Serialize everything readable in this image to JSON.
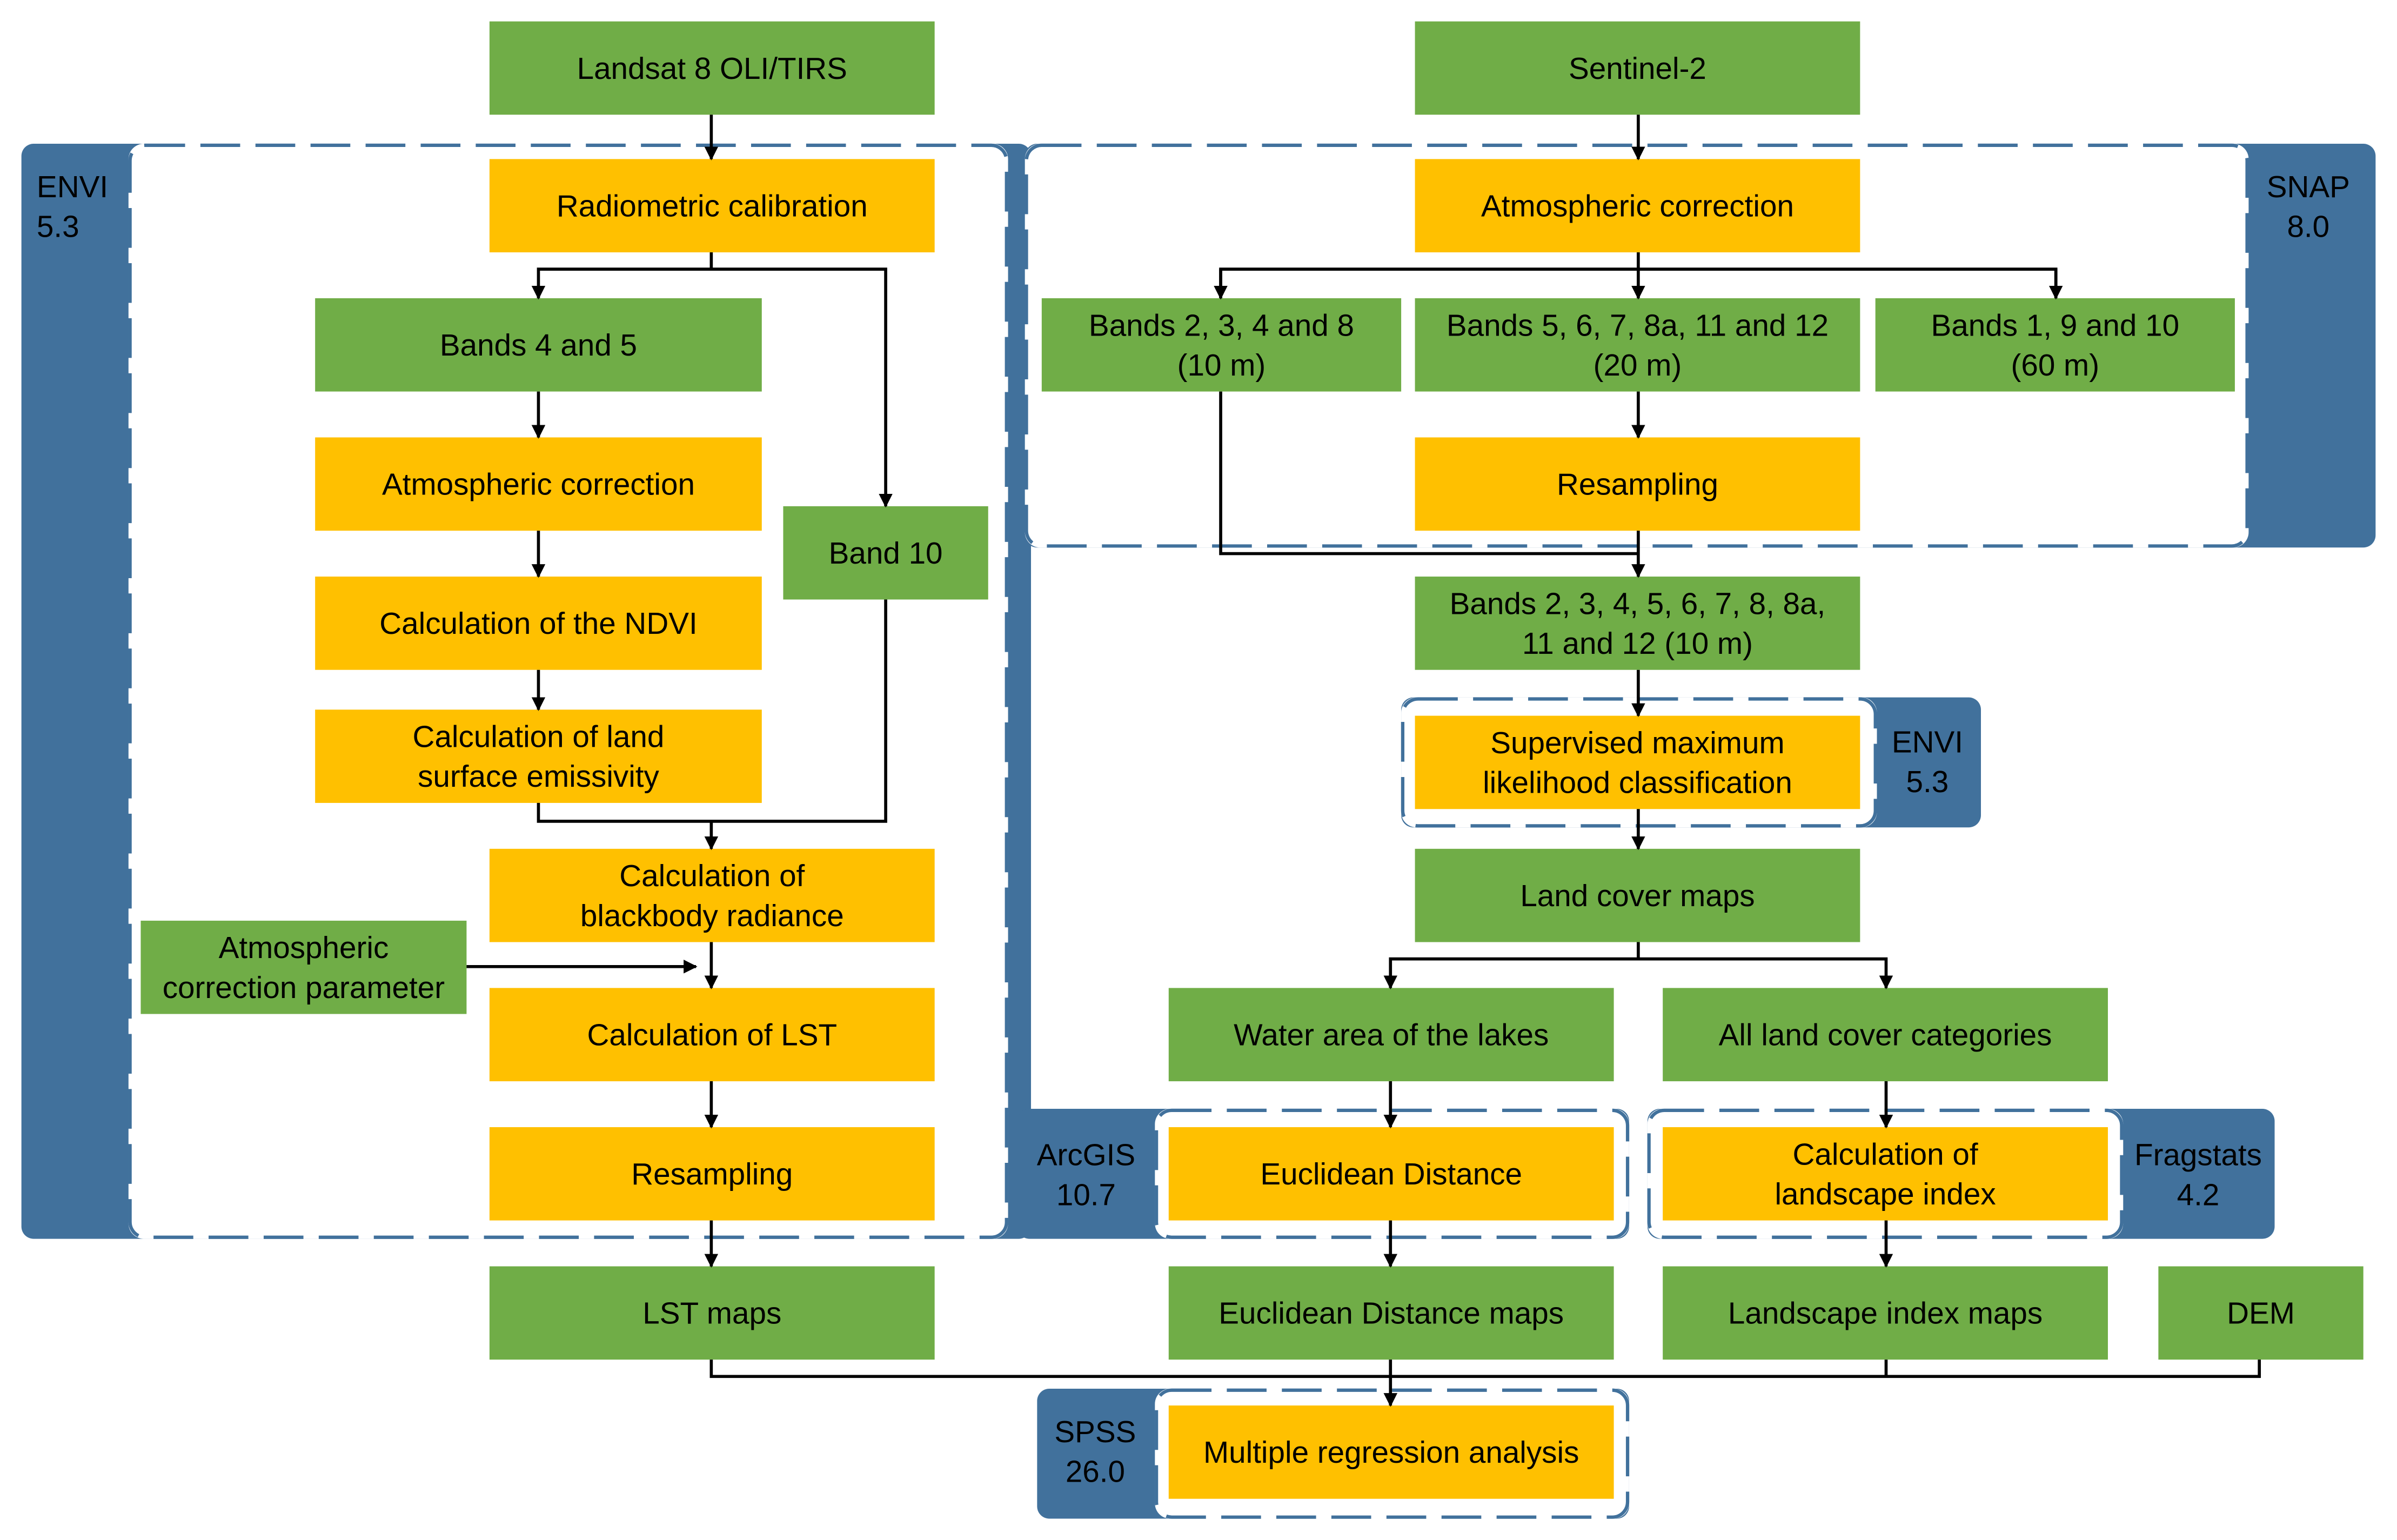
{
  "colors": {
    "green": "#70ad47",
    "orange": "#ffc000",
    "software_blue": "#41719c",
    "dash": "#41719c",
    "arrow": "#000000"
  },
  "software": {
    "envi_main": [
      "ENVI",
      "5.3"
    ],
    "snap": [
      "SNAP",
      "8.0"
    ],
    "envi_small": [
      "ENVI",
      "5.3"
    ],
    "arcgis": [
      "ArcGIS",
      "10.7"
    ],
    "fragstats": [
      "Fragstats",
      "4.2"
    ],
    "spss": [
      "SPSS",
      "26.0"
    ]
  },
  "landsat": {
    "source": [
      "Landsat 8 OLI/TIRS"
    ],
    "radiometric": [
      "Radiometric calibration"
    ],
    "bands45": [
      "Bands 4 and 5"
    ],
    "atm_corr": [
      "Atmospheric correction"
    ],
    "band10": [
      "Band 10"
    ],
    "ndvi": [
      "Calculation of the NDVI"
    ],
    "emissivity": [
      "Calculation of land",
      "surface emissivity"
    ],
    "blackbody": [
      "Calculation of",
      "blackbody radiance"
    ],
    "atm_param": [
      "Atmospheric",
      "correction parameter"
    ],
    "lst_calc": [
      "Calculation of LST"
    ],
    "resampling": [
      "Resampling"
    ],
    "lst_maps": [
      "LST maps"
    ]
  },
  "sentinel": {
    "source": [
      "Sentinel-2"
    ],
    "atm_corr": [
      "Atmospheric correction"
    ],
    "bands_10m": [
      "Bands 2, 3, 4  and 8",
      "(10 m)"
    ],
    "bands_20m": [
      "Bands 5, 6, 7, 8a, 11 and 12",
      "(20 m)"
    ],
    "bands_60m": [
      "Bands 1, 9 and 10",
      "(60 m)"
    ],
    "resampling": [
      "Resampling"
    ],
    "bands_all": [
      "Bands 2, 3, 4, 5, 6, 7, 8, 8a,",
      "11 and 12 (10 m)"
    ],
    "classification": [
      "Supervised maximum",
      "likelihood classification"
    ],
    "land_cover": [
      "Land cover maps"
    ],
    "water_area": [
      "Water area of the lakes"
    ],
    "all_categories": [
      "All land cover categories"
    ],
    "euclidean": [
      "Euclidean Distance"
    ],
    "landscape_calc": [
      "Calculation of",
      "landscape index"
    ],
    "euclidean_maps": [
      "Euclidean Distance maps"
    ],
    "landscape_maps": [
      "Landscape index maps"
    ],
    "dem": [
      "DEM"
    ]
  },
  "analysis": {
    "regression": [
      "Multiple regression analysis"
    ]
  }
}
